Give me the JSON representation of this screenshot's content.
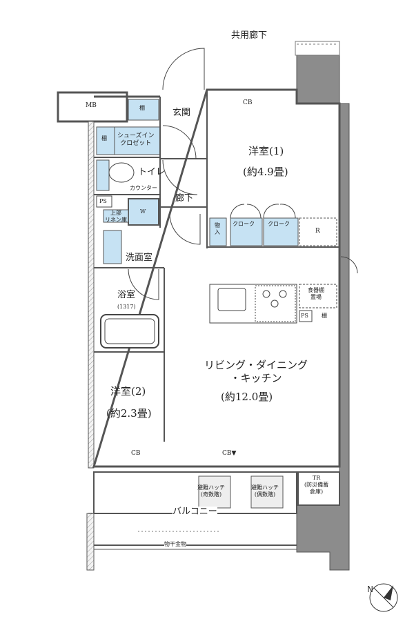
{
  "labels": {
    "corridor_shared": "共用廊下",
    "mb": "MB",
    "entrance": "玄関",
    "shelf": "棚",
    "shoes_in_closet": "シューズイン\nクロゼット",
    "cb": "CB",
    "western_room_1": "洋室(1)",
    "western_room_1_size": "(約4.9畳)",
    "toilet": "トイレ",
    "counter": "カウンター",
    "ps": "PS",
    "hallway": "廊下",
    "upper_linen": "上部\nリネン庫",
    "w": "W",
    "storage_short": "物\n入",
    "cloak": "クローク",
    "r": "R",
    "washroom": "洗面室",
    "bath": "浴室",
    "bath_size": "(1317)",
    "dish_shelf": "食器棚\n置場",
    "ldk": "リビング・ダイニング\n・キッチン",
    "ldk_size": "(約12.0畳)",
    "western_room_2": "洋室(2)",
    "western_room_2_size": "(約2.3畳)",
    "cb_arrow": "CB▼",
    "hatch_odd": "避難ハッチ\n(奇数階)",
    "hatch_even": "避難ハッチ\n(偶数階)",
    "tr_storage": "TR\n(防災備蓄\n倉庫)",
    "balcony": "バルコニー",
    "clothes_hanger": "物干金物"
  },
  "colors": {
    "wall": "#8c8c8c",
    "wall_dark": "#5f5f5f",
    "line": "#333333",
    "storage_fill": "#c6e2f3",
    "hatch_fill": "#eeeeee"
  },
  "icons": {
    "compass": "north-arrow-icon"
  }
}
